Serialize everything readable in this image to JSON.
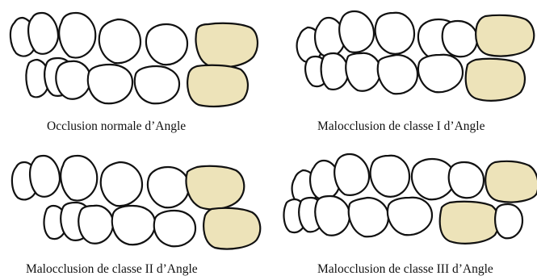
{
  "colors": {
    "highlight": "#EDE3B9",
    "outline": "#111111",
    "background": "#ffffff"
  },
  "panels": [
    {
      "caption": "Occlusion normale d’Angle"
    },
    {
      "caption": "Malocclusion de classe I d’Angle"
    },
    {
      "caption": "Malocclusion de classe II d’Angle"
    },
    {
      "caption": "Malocclusion de classe III d’Angle"
    }
  ]
}
